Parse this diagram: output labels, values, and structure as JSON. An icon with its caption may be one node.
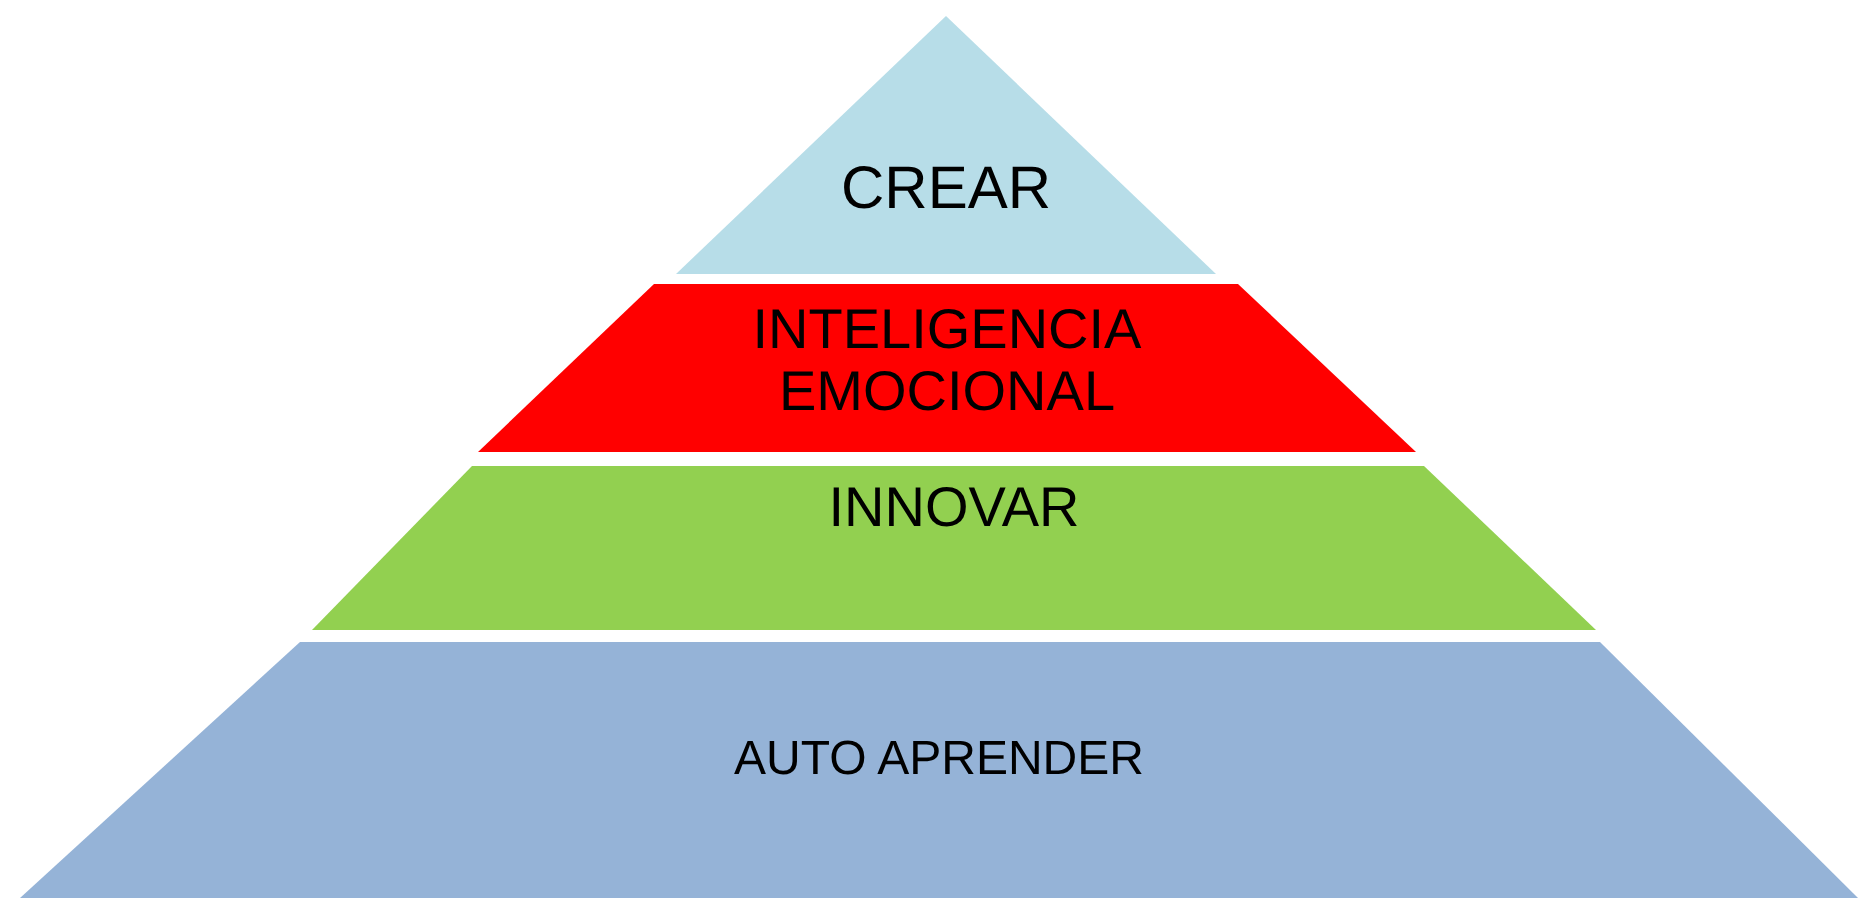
{
  "diagram": {
    "nodes": [
      {
        "text": [
          "CREAR"
        ]
      },
      {
        "text": [
          "INTELIGENCIA EMOCIONAL"
        ]
      },
      {
        "text": [
          "INNOVAR"
        ]
      },
      {
        "text": [
          "AUTO APRENDER"
        ]
      }
    ]
  }
}
